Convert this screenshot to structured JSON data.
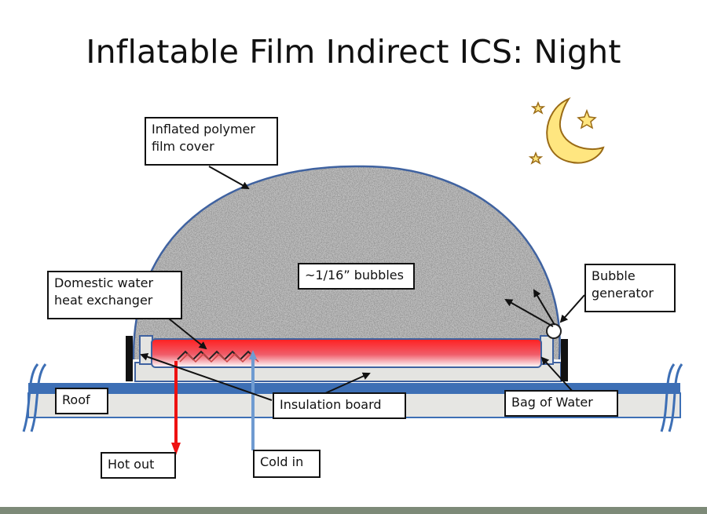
{
  "title": "Inflatable Film Indirect ICS: Night",
  "labels": {
    "film_cover": [
      "Inflated polymer",
      "film cover"
    ],
    "bubbles": "~1/16” bubbles",
    "bubble_generator": [
      "Bubble",
      "generator"
    ],
    "heat_exchanger": [
      "Domestic water",
      "heat exchanger"
    ],
    "roof": "Roof",
    "insulation": "Insulation board",
    "bag_of_water": "Bag of Water",
    "hot_out": "Hot out",
    "cold_in": "Cold in"
  },
  "colors": {
    "dome_stroke": "#3f62a0",
    "roof_blue": "#3d6fb5",
    "board_fill": "#e4e4e1",
    "water_hot": "#ee2a2a",
    "water_cool": "#ffffff",
    "hot_arrow": "#ee1111",
    "cold_arrow": "#6f9bd1",
    "moon": "#ffe680"
  },
  "icons": [
    "moon-icon",
    "star-icon"
  ]
}
